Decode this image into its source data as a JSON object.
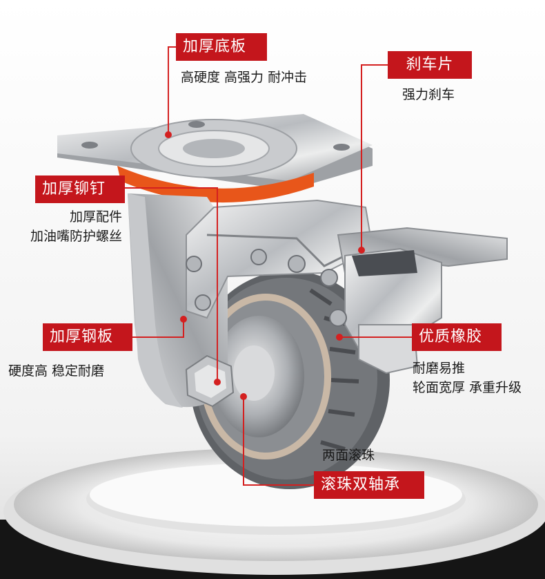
{
  "labels": {
    "base_plate": {
      "title": "加厚底板",
      "desc": "高硬度 高强力 耐冲击"
    },
    "brake_pad": {
      "title": "刹车片",
      "desc": "强力刹车"
    },
    "rivet": {
      "title": "加厚铆钉",
      "desc1": "加厚配件",
      "desc2": "加油嘴防护螺丝"
    },
    "steel_plate": {
      "title": "加厚钢板",
      "desc": "硬度高 稳定耐磨"
    },
    "rubber": {
      "title": "优质橡胶",
      "desc1": "耐磨易推",
      "desc2": "轮面宽厚 承重升级"
    },
    "bearing": {
      "title": "滚珠双轴承",
      "desc": "两面滚珠"
    }
  },
  "colors": {
    "accent": "#c4161c",
    "leader": "#d42020",
    "floor": "#151515"
  }
}
